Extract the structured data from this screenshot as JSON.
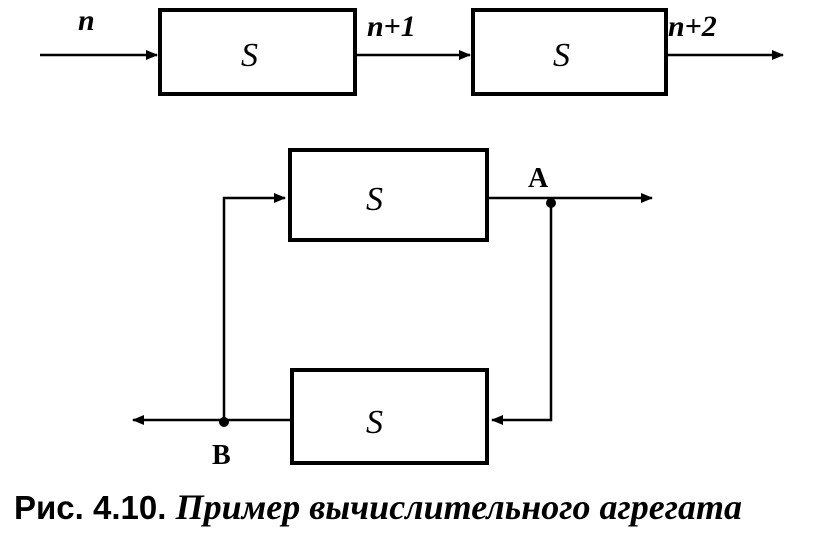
{
  "diagram": {
    "top_row": {
      "input_label": "n",
      "block1_label": "S",
      "mid_label": "n+1",
      "block2_label": "S",
      "output_label": "n+2"
    },
    "loop": {
      "upper_block_label": "S",
      "lower_block_label": "S",
      "node_a_label": "A",
      "node_b_label": "B"
    }
  },
  "caption": {
    "number": "Рис. 4.10.",
    "text": "Пример вычислительного агрегата"
  }
}
